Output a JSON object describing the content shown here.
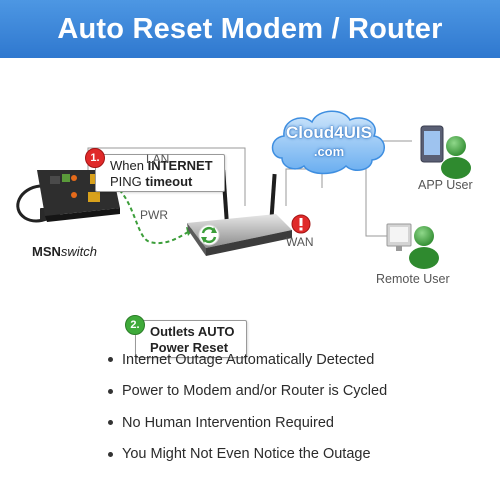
{
  "header": {
    "title": "Auto Reset Modem / Router"
  },
  "callout_1": {
    "number": "1.",
    "line1_a": "When ",
    "line1_b": "INTERNET",
    "line2_a": "PING ",
    "line2_b": "timeout"
  },
  "callout_2": {
    "number": "2.",
    "line1": "Outlets AUTO",
    "line2": "Power Reset"
  },
  "cloud": {
    "line1": "Cloud4UIS",
    "line2": ".com"
  },
  "labels": {
    "lan": "LAN",
    "pwr": "PWR",
    "wan": "WAN",
    "app_user": "APP User",
    "remote_user": "Remote User",
    "brand_bold": "MSN",
    "brand_italic": "switch"
  },
  "bullets": [
    "Internet Outage Automatically Detected",
    "Power to Modem and/or Router is Cycled",
    "No Human Intervention Required",
    "You Might Not Even Notice the Outage"
  ],
  "colors": {
    "header": "#3a86d9",
    "alert": "#e02a2a",
    "ok": "#3faa3a",
    "cloud": "#2f7fd6",
    "user": "#3a9a3a"
  }
}
